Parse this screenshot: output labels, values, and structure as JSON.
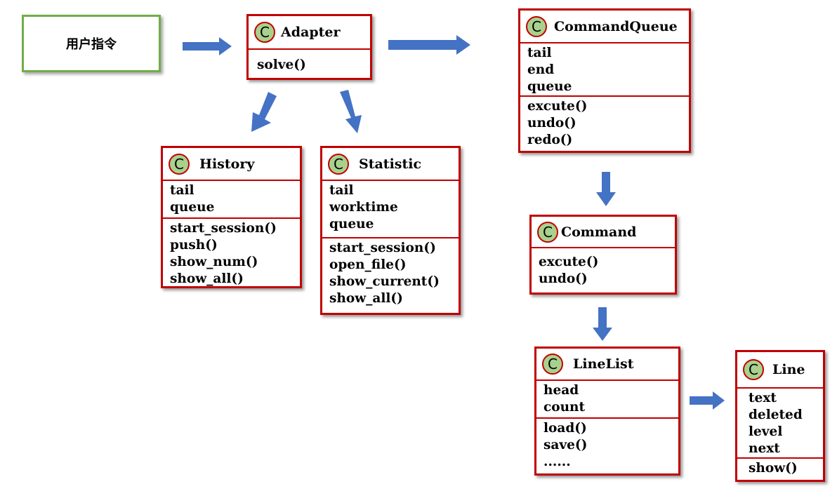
{
  "user_command": {
    "label": "用户指令"
  },
  "icon_letter": "C",
  "classes": {
    "adapter": {
      "name": "Adapter",
      "attributes": [],
      "methods": [
        "solve()"
      ]
    },
    "history": {
      "name": "History",
      "attributes": [
        "tail",
        "queue"
      ],
      "methods": [
        "start_session()",
        "push()",
        "show_num()",
        "show_all()"
      ]
    },
    "statistic": {
      "name": "Statistic",
      "attributes": [
        "tail",
        "worktime",
        "queue"
      ],
      "methods": [
        "start_session()",
        "open_file()",
        "show_current()",
        "show_all()"
      ]
    },
    "command_queue": {
      "name": "CommandQueue",
      "attributes": [
        "tail",
        "end",
        "queue"
      ],
      "methods": [
        "excute()",
        "undo()",
        "redo()"
      ]
    },
    "command": {
      "name": "Command",
      "attributes": [],
      "methods": [
        "excute()",
        "undo()"
      ]
    },
    "line_list": {
      "name": "LineList",
      "attributes": [
        "head",
        "count"
      ],
      "methods": [
        "load()",
        "save()",
        "......"
      ]
    },
    "line": {
      "name": "Line",
      "attributes": [
        "text",
        "deleted",
        "level",
        "next"
      ],
      "methods": [
        "show()"
      ]
    }
  },
  "colors": {
    "class_border": "#c00000",
    "class_icon_fill": "#a9d18e",
    "user_box_border": "#70ad47",
    "arrow_fill": "#4472c4"
  }
}
